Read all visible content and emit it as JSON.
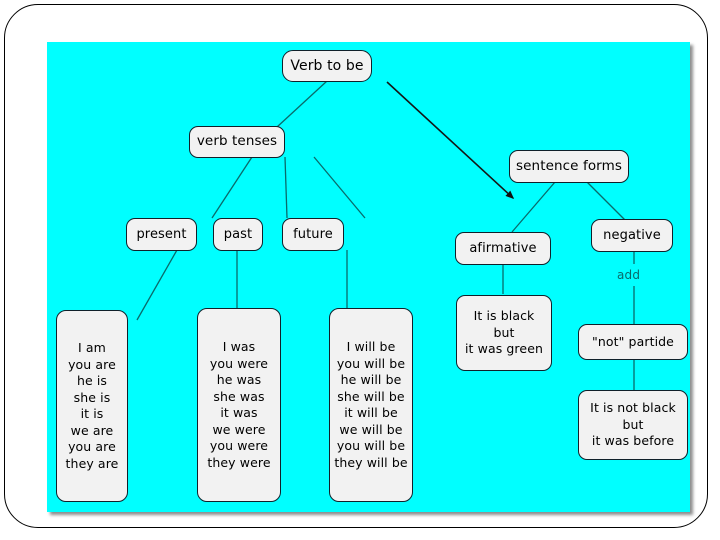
{
  "slide": {
    "background_color": "#ffffff",
    "canvas_color": "#00ffff",
    "frame_color": "#000000"
  },
  "diagram": {
    "type": "tree-map",
    "node_fill": "#f2f2f2",
    "node_border": "#10202a",
    "connector_color": "#0a6a6a",
    "arrow_color": "#101010",
    "root": {
      "id": "verb-to-be",
      "label": "Verb to be"
    },
    "level2": [
      {
        "id": "verb-tenses",
        "label": "verb tenses"
      },
      {
        "id": "sentence-forms",
        "label": "sentence forms"
      }
    ],
    "level3": [
      {
        "id": "present",
        "label": "present"
      },
      {
        "id": "past",
        "label": "past"
      },
      {
        "id": "future",
        "label": "future"
      },
      {
        "id": "afirmative",
        "label": "afirmative"
      },
      {
        "id": "negative",
        "label": "negative"
      }
    ],
    "edge_labels": [
      {
        "id": "add-label",
        "label": "add"
      }
    ],
    "leaves": [
      {
        "id": "present-conjugation",
        "label": "I am\nyou are\nhe is\nshe is\nit is\nwe are\nyou are\nthey are"
      },
      {
        "id": "past-conjugation",
        "label": "I was\nyou were\nhe was\nshe was\nit was\nwe were\nyou were\nthey were"
      },
      {
        "id": "future-conjugation",
        "label": "I will be\nyou will be\nhe will be\nshe will be\nit will be\nwe will be\nyou will be\nthey will be"
      },
      {
        "id": "afirmative-example",
        "label": "It is black\nbut\nit was green"
      },
      {
        "id": "not-particle",
        "label": "\"not\" partide"
      },
      {
        "id": "negative-example",
        "label": "It is not black\nbut\nit was before"
      }
    ]
  }
}
